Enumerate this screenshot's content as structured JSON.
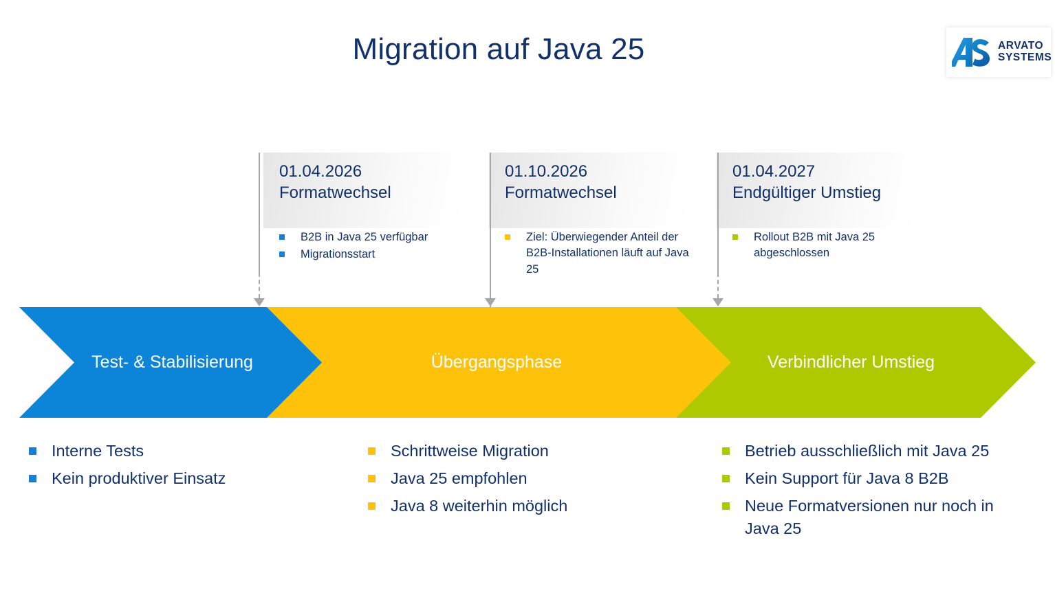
{
  "slide": {
    "title": "Migration auf Java 25",
    "title_color": "#12306b"
  },
  "logo": {
    "mark": "as-monogram",
    "line1": "ARVATO",
    "line2": "SYSTEMS",
    "color_light": "#1a8fd6",
    "color_dark": "#12306b"
  },
  "palette": {
    "blue": "#0c85d9",
    "amber": "#ffc20a",
    "green": "#aec900",
    "navy": "#12306b",
    "connector_gray": "#a6a6a6"
  },
  "milestones": [
    {
      "date": "01.04.2026",
      "heading": "Formatwechsel",
      "bullet_color": "#1a7fd4",
      "bullets": [
        "B2B in Java 25 verfügbar",
        "Migrationsstart"
      ]
    },
    {
      "date": "01.10.2026",
      "heading": "Formatwechsel",
      "bullet_color": "#ffc20a",
      "bullets": [
        "Ziel: Überwiegender Anteil der B2B-Installationen läuft auf Java 25"
      ]
    },
    {
      "date": "01.04.2027",
      "heading": "Endgültiger Umstieg",
      "bullet_color": "#aec900",
      "bullets": [
        "Rollout B2B mit Java 25 abgeschlossen"
      ]
    }
  ],
  "phases": [
    {
      "label": "Test- & Stabilisierung",
      "color": "#0c85d9"
    },
    {
      "label": "Übergangsphase",
      "color": "#ffc20a"
    },
    {
      "label": "Verbindlicher Umstieg",
      "color": "#aec900"
    }
  ],
  "phase_details": [
    {
      "bullet_color": "#1a7fd4",
      "items": [
        "Interne Tests",
        "Kein produktiver Einsatz"
      ]
    },
    {
      "bullet_color": "#ffc20a",
      "items": [
        "Schrittweise Migration",
        "Java 25 empfohlen",
        "Java 8 weiterhin möglich"
      ]
    },
    {
      "bullet_color": "#aec900",
      "items": [
        "Betrieb ausschließlich mit Java 25",
        "Kein Support für Java 8 B2B",
        "Neue Formatversionen nur noch in Java 25"
      ]
    }
  ]
}
